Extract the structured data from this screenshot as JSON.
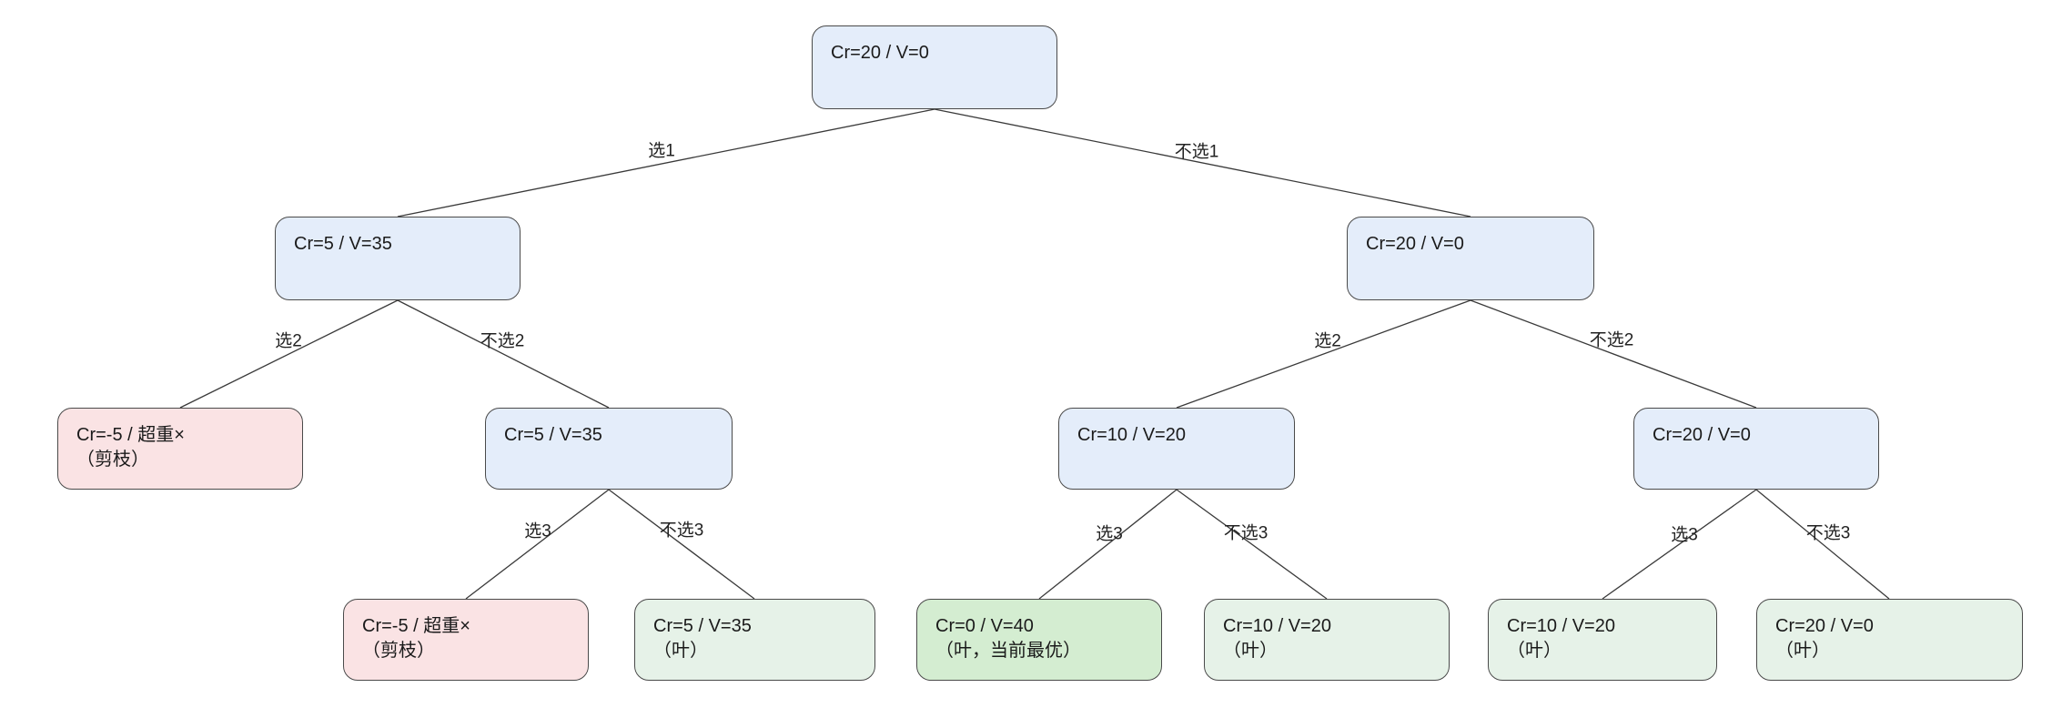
{
  "diagram_type": "binary-decision-tree",
  "colors": {
    "node_blue": "#e4edfa",
    "node_pink": "#fae3e4",
    "node_green": "#e6f2e8",
    "node_best_green": "#d4edd1",
    "node_border": "#4a4a4a",
    "edge_line": "#3a3a3a"
  },
  "tree": {
    "nodes": {
      "root": {
        "line1": "Cr=20 / V=0"
      },
      "pick1": {
        "line1": "Cr=5 / V=35"
      },
      "skip1": {
        "line1": "Cr=20 / V=0"
      },
      "pick1_pick2": {
        "line1": "Cr=-5 / 超重×",
        "line2": "（剪枝）"
      },
      "pick1_skip2": {
        "line1": "Cr=5 / V=35"
      },
      "skip1_pick2": {
        "line1": "Cr=10 / V=20"
      },
      "skip1_skip2": {
        "line1": "Cr=20 / V=0"
      },
      "leaf_pruned2": {
        "line1": "Cr=-5 / 超重×",
        "line2": "（剪枝）"
      },
      "leaf_a": {
        "line1": "Cr=5 / V=35",
        "line2": "（叶）"
      },
      "leaf_best": {
        "line1": "Cr=0 / V=40",
        "line2": "（叶，当前最优）"
      },
      "leaf_b": {
        "line1": "Cr=10 / V=20",
        "line2": "（叶）"
      },
      "leaf_c": {
        "line1": "Cr=10 / V=20",
        "line2": "（叶）"
      },
      "leaf_d": {
        "line1": "Cr=20 / V=0",
        "line2": "（叶）"
      }
    },
    "edge_labels": {
      "pick1": "选1",
      "skip1": "不选1",
      "l_pick2": "选2",
      "l_skip2": "不选2",
      "r_pick2": "选2",
      "r_skip2": "不选2",
      "ll_pick3": "选3",
      "ll_skip3": "不选3",
      "rl_pick3": "选3",
      "rl_skip3": "不选3",
      "rr_pick3": "选3",
      "rr_skip3": "不选3"
    }
  }
}
